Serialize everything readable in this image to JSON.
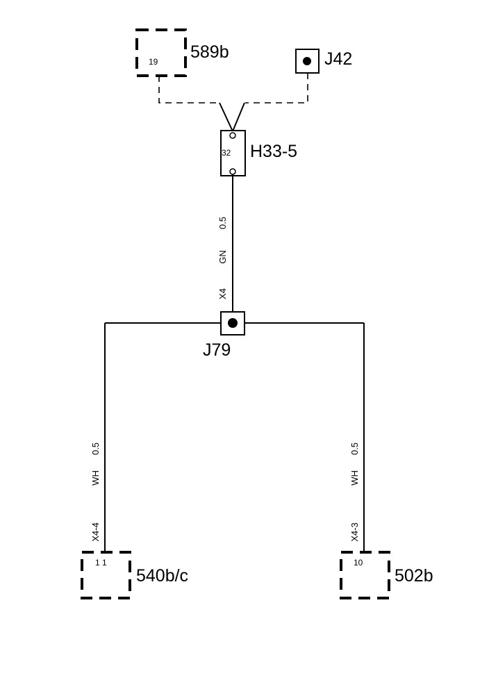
{
  "components": {
    "c589b": {
      "label": "589b",
      "pin": "19"
    },
    "j42": {
      "label": "J42"
    },
    "h33_5": {
      "label": "H33-5",
      "pin": "32"
    },
    "j79": {
      "label": "J79"
    },
    "c540bc": {
      "label": "540b/c",
      "pin": "1 1"
    },
    "c502b": {
      "label": "502b",
      "pin": "10"
    }
  },
  "wires": {
    "center": {
      "size": "0.5",
      "color": "GN",
      "connector": "X4"
    },
    "left": {
      "size": "0.5",
      "color": "WH",
      "connector": "X4-4"
    },
    "right": {
      "size": "0.5",
      "color": "WH",
      "connector": "X4-3"
    }
  }
}
